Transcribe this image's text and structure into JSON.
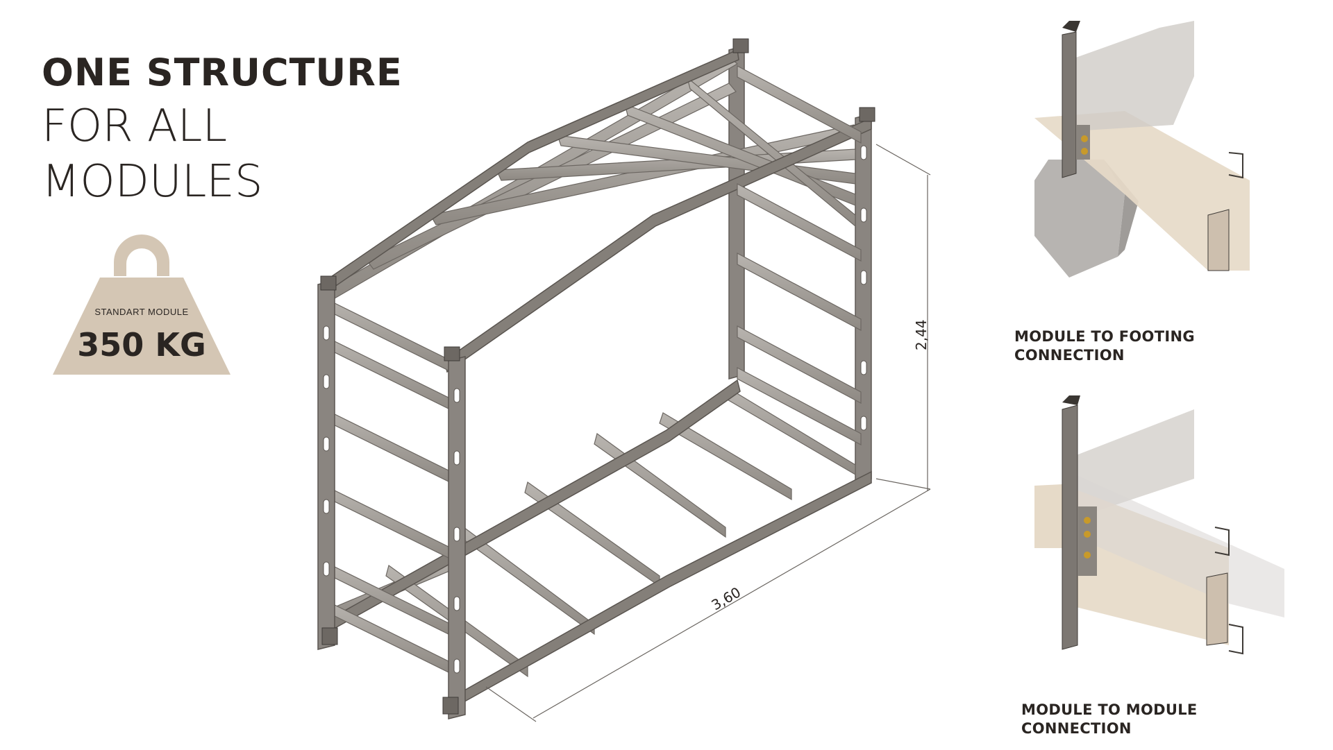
{
  "title": {
    "line1": "ONE STRUCTURE",
    "line2": "FOR ALL",
    "line3": "MODULES"
  },
  "weight_badge": {
    "caption": "STANDART MODULE",
    "value": "350 KG",
    "color": "#d4c6b4"
  },
  "dimensions": {
    "height": "2,44",
    "length": "3,60"
  },
  "details": [
    {
      "caption_line1": "MODULE TO FOOTING",
      "caption_line2": "CONNECTION"
    },
    {
      "caption_line1": "MODULE TO MODULE",
      "caption_line2": "CONNECTION"
    }
  ],
  "colors": {
    "steel": "#7f7a74",
    "steel_dark": "#5f5a55",
    "steel_light": "#a6a29d",
    "timber": "#e3d6c3",
    "concrete": "#b7b4b1",
    "text": "#2a2522"
  }
}
